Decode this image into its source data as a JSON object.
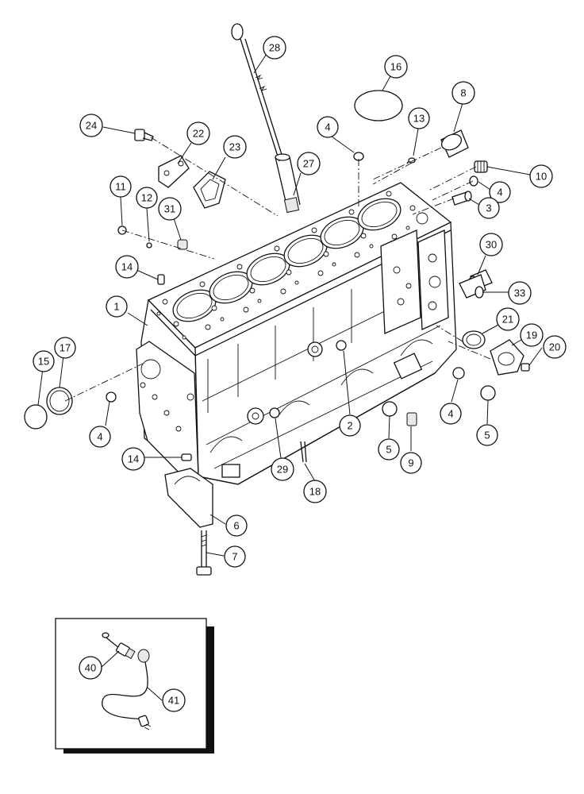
{
  "callouts": [
    {
      "id": "c28",
      "label": "28"
    },
    {
      "id": "c16",
      "label": "16"
    },
    {
      "id": "c8",
      "label": "8"
    },
    {
      "id": "c24",
      "label": "24"
    },
    {
      "id": "c22",
      "label": "22"
    },
    {
      "id": "c23",
      "label": "23"
    },
    {
      "id": "c4a",
      "label": "4"
    },
    {
      "id": "c13",
      "label": "13"
    },
    {
      "id": "c27",
      "label": "27"
    },
    {
      "id": "c10",
      "label": "10"
    },
    {
      "id": "c4b",
      "label": "4"
    },
    {
      "id": "c3",
      "label": "3"
    },
    {
      "id": "c11",
      "label": "11"
    },
    {
      "id": "c12",
      "label": "12"
    },
    {
      "id": "c31",
      "label": "31"
    },
    {
      "id": "c30",
      "label": "30"
    },
    {
      "id": "c14a",
      "label": "14"
    },
    {
      "id": "c33",
      "label": "33"
    },
    {
      "id": "c1",
      "label": "1"
    },
    {
      "id": "c21",
      "label": "21"
    },
    {
      "id": "c19",
      "label": "19"
    },
    {
      "id": "c17",
      "label": "17"
    },
    {
      "id": "c15",
      "label": "15"
    },
    {
      "id": "c20",
      "label": "20"
    },
    {
      "id": "c4c",
      "label": "4"
    },
    {
      "id": "c2",
      "label": "2"
    },
    {
      "id": "c4d",
      "label": "4"
    },
    {
      "id": "c5a",
      "label": "5"
    },
    {
      "id": "c5b",
      "label": "5"
    },
    {
      "id": "c9",
      "label": "9"
    },
    {
      "id": "c14b",
      "label": "14"
    },
    {
      "id": "c29",
      "label": "29"
    },
    {
      "id": "c18",
      "label": "18"
    },
    {
      "id": "c6",
      "label": "6"
    },
    {
      "id": "c7",
      "label": "7"
    },
    {
      "id": "c40",
      "label": "40"
    },
    {
      "id": "c41",
      "label": "41"
    }
  ]
}
